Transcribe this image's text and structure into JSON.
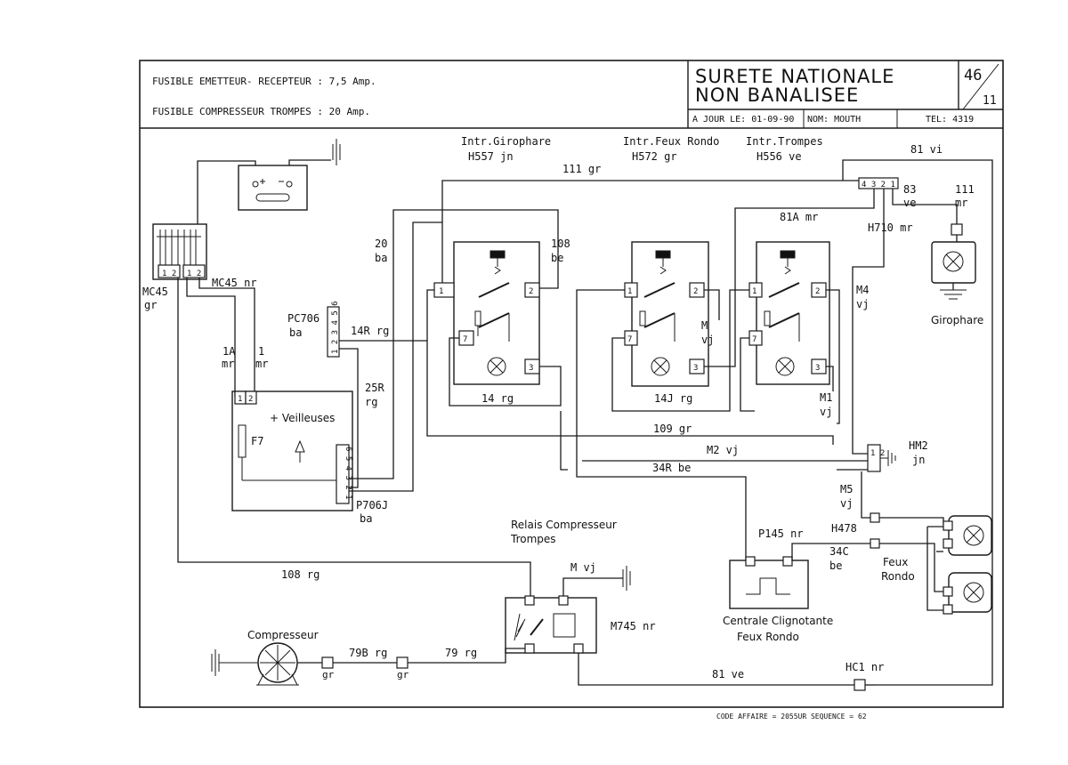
{
  "header": {
    "fuse1": "FUSIBLE EMETTEUR- RECEPTEUR : 7,5 Amp.",
    "fuse2": "FUSIBLE COMPRESSEUR TROMPES : 20 Amp.",
    "title1": "SURETE NATIONALE",
    "title2": "NON BANALISEE",
    "page_num": "46",
    "page_den": "11",
    "date": "A JOUR LE: 01-09-90",
    "nom": "NOM: MOUTH",
    "tel": "TEL: 4319"
  },
  "footer": {
    "code": "CODE AFFAIRE = 2055UR SEQUENCE = 62"
  },
  "components": {
    "switch1_name": "Intr.Girophare",
    "switch1_ref": "H557 jn",
    "switch2_name": "Intr.Feux Rondo",
    "switch2_ref": "H572 gr",
    "switch3_name": "Intr.Trompes",
    "switch3_ref": "H556 ve",
    "veilleuses": "+ Veilleuses",
    "fuse_f7": "F7",
    "relay_title1": "Relais Compresseur",
    "relay_title2": "Trompes",
    "relay_ref": "M745 nr",
    "compressor": "Compresseur",
    "centrale1": "Centrale Clignotante",
    "centrale2": "Feux Rondo",
    "girophare": "Girophare",
    "feux_rondo1": "Feux",
    "feux_rondo2": "Rondo"
  },
  "connectors": {
    "mc45": "MC45",
    "mc45_color": "gr",
    "mc45nr": "MC45 nr",
    "pc706": "PC706",
    "pc706_color": "ba",
    "p706j": "P706J",
    "p706j_color": "ba",
    "h710": "H710 mr",
    "hm2": "HM2",
    "hm2_color": "jn",
    "h478": "H478",
    "p145": "P145 nr",
    "hc1": "HC1 nr"
  },
  "wires": {
    "w111gr": "111 gr",
    "w81vi": "81 vi",
    "w20": "20",
    "w20c": "ba",
    "w108": "108",
    "w108c": "be",
    "w83": "83",
    "w83c": "ve",
    "w111": "111",
    "w111c": "mr",
    "w81A": "81A mr",
    "w1A": "1A",
    "w1Ac": "mr",
    "w1": "1",
    "w1c": "mr",
    "w14R": "14R rg",
    "w25R": "25R",
    "w25Rc": "rg",
    "wM": "M",
    "wMc": "vj",
    "wM4": "M4",
    "wM4c": "vj",
    "wM1": "M1",
    "wM1c": "vj",
    "w14": "14 rg",
    "w14J": "14J rg",
    "w109": "109 gr",
    "wM2": "M2 vj",
    "w34R": "34R be",
    "wM5": "M5",
    "wM5c": "vj",
    "w34C": "34C",
    "w34Cc": "be",
    "w108rg": "108 rg",
    "wMvj": "M vj",
    "w79B": "79B rg",
    "w79": "79 rg",
    "wgr1": "gr",
    "wgr2": "gr",
    "w81ve": "81 ve"
  },
  "pins": {
    "p1": "1",
    "p2": "2",
    "p3": "3",
    "p7": "7",
    "mc45_pins": "1 2",
    "mc45nr_pins": "1 2",
    "pc706_pins": "1 2 3 4 5 6",
    "p706j_pins": "6 5 4 3 2 1",
    "h710_pins": "4 3 2 1",
    "hm2_pins": "1 2"
  }
}
